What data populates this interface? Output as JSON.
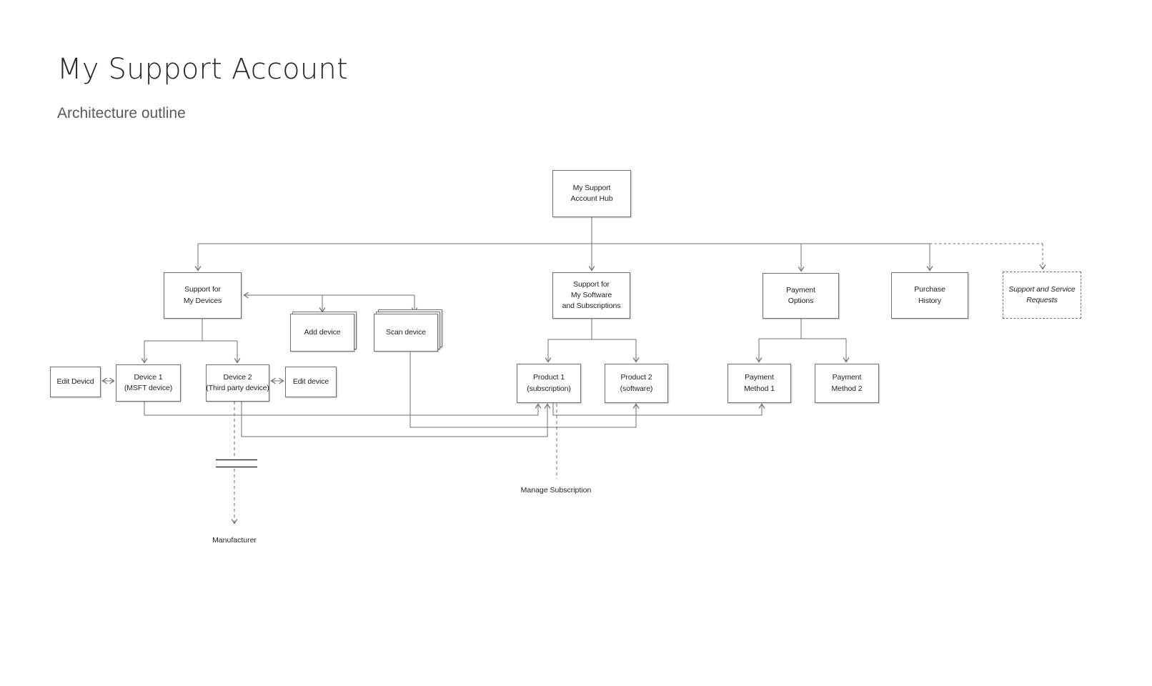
{
  "page": {
    "title": "My Support Account",
    "subtitle": "Architecture outline"
  },
  "colors": {
    "background": "#ffffff",
    "connector_line": "#6f6f6f",
    "box_border": "#6f6f6f",
    "barrier_line": "#3a3a3a",
    "title_text": "#262626",
    "subtitle_text": "#5a5a5a",
    "label_text": "#1f1f1f"
  },
  "nodes": {
    "hub": {
      "label": "My Support\nAccount Hub"
    },
    "support_devices": {
      "label": "Support for\nMy Devices"
    },
    "support_software": {
      "label": "Support for\nMy Software\nand Subscriptions"
    },
    "payment_options": {
      "label": "Payment\nOptions"
    },
    "purchase_history": {
      "label": "Purchase\nHistory"
    },
    "support_service_requests": {
      "label": "Support and Service\nRequests"
    },
    "add_device": {
      "label": "Add device"
    },
    "scan_device": {
      "label": "Scan device"
    },
    "edit_devicd": {
      "label": "Edit Devicd"
    },
    "device1": {
      "label": "Device 1\n(MSFT device)"
    },
    "device2": {
      "label": "Device 2\n(Third party device)"
    },
    "edit_device": {
      "label": "Edit device"
    },
    "product1": {
      "label": "Product 1\n(subscription)"
    },
    "product2": {
      "label": "Product 2\n(software)"
    },
    "payment_method1": {
      "label": "Payment\nMethod 1"
    },
    "payment_method2": {
      "label": "Payment\nMethod 2"
    }
  },
  "annotations": {
    "manufacturer": "Manufacturer",
    "manage_subscription": "Manage Subscription"
  }
}
